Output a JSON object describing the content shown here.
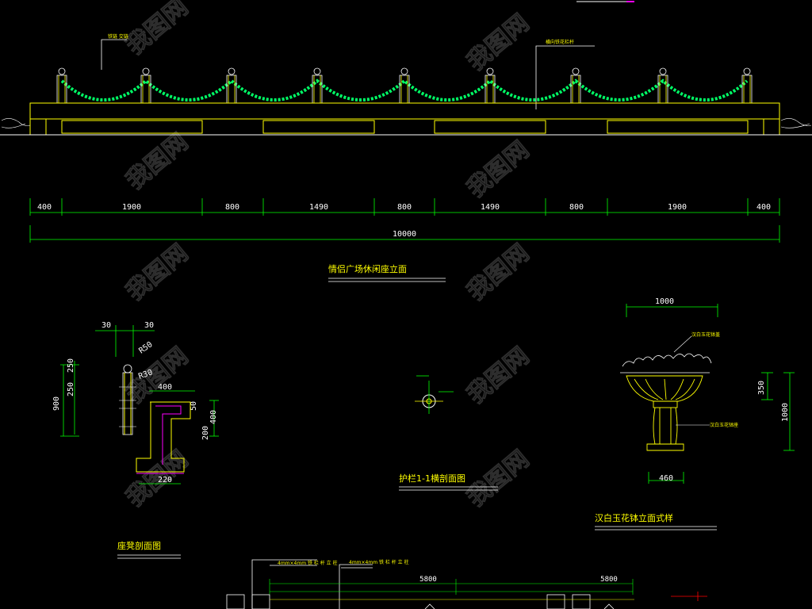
{
  "colors": {
    "background": "#000000",
    "outline": "#ffff00",
    "chain": "#00ff66",
    "dimension": "#00ff00",
    "post": "#ffffff",
    "accent": "#ff00ff",
    "watermark": "#555555"
  },
  "elevation": {
    "callout_left": "铁链 交链",
    "callout_right": "横向铁花栏杆",
    "segment_dims": [
      "400",
      "1900",
      "800",
      "1490",
      "800",
      "1490",
      "800",
      "1900",
      "400"
    ],
    "total_dim": "10000",
    "title": "情侣广场休闲座立面"
  },
  "bench_section": {
    "top_dims": [
      "30",
      "30"
    ],
    "radius_labels": [
      "R50",
      "R30"
    ],
    "height_dims": [
      "900",
      "250",
      "250"
    ],
    "seat_width": "400",
    "seat_dims": [
      "50",
      "400",
      "200"
    ],
    "base_width": "220",
    "title": "座凳剖面图"
  },
  "rail_section": {
    "title": "护栏1-1横剖面图"
  },
  "flower_bowl": {
    "width_dim": "1000",
    "bowl_height": "350",
    "total_height": "1000",
    "base_width": "460",
    "note_top": "汉白玉花钵盖",
    "note_right": "汉白玉花钵座",
    "title": "汉白玉花钵立面式样"
  },
  "bottom_plan": {
    "note_a": "4mm×4mm 铁 栏 杆 立 柱",
    "note_b": "4mm×4mm 铁 栏 杆 立 柱",
    "top_dims": [
      "5800",
      "5800"
    ]
  },
  "watermark": "我图网"
}
